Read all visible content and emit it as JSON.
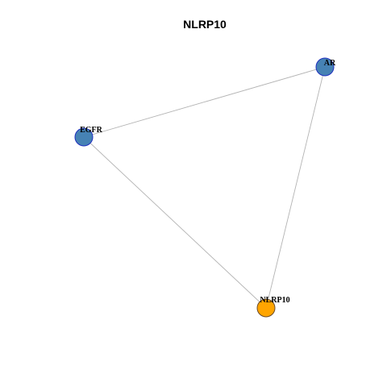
{
  "title": "NLRP10",
  "colors": {
    "background": "#ffffff",
    "edge": "#b3b3b3",
    "node_default_fill": "#4682b4",
    "node_default_stroke": "#1f2fbf",
    "node_focus_fill": "#ffa500",
    "node_focus_stroke": "#6b4b2a"
  },
  "nodes": [
    {
      "id": "AR",
      "label": "AR",
      "role": "neighbor"
    },
    {
      "id": "EGFR",
      "label": "EGFR",
      "role": "neighbor"
    },
    {
      "id": "NLRP10",
      "label": "NLRP10",
      "role": "focus"
    }
  ],
  "edges": [
    {
      "source": "EGFR",
      "target": "AR"
    },
    {
      "source": "AR",
      "target": "NLRP10"
    },
    {
      "source": "EGFR",
      "target": "NLRP10"
    }
  ]
}
